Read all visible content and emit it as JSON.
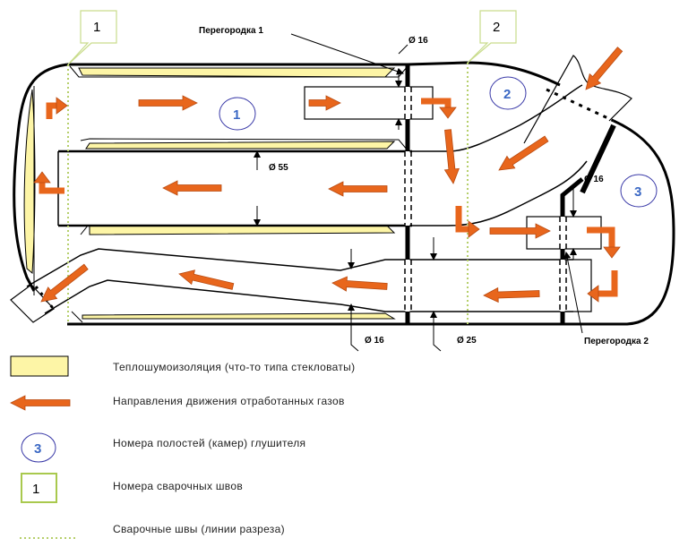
{
  "colors": {
    "arrow_fill": "#e8661c",
    "arrow_stroke": "#b84a10",
    "insulation_fill": "#fdf5a6",
    "chamber_circle": "#3a3aa8",
    "chamber_number": "#3b68c4",
    "seam_box": "#a9c94e",
    "seam_line": "#b5cf6a",
    "body_line": "#000000"
  },
  "labels": {
    "baffle_1": "Перегородка 1",
    "baffle_2": "Перегородка 2",
    "dim_top_pipe": "Ø 16",
    "dim_main_pipe": "Ø 55",
    "dim_right_pipe": "Ø 16",
    "dim_bottom_pipe": "Ø 16",
    "dim_outlet_pipe": "Ø 25"
  },
  "chambers": [
    {
      "number": "1"
    },
    {
      "number": "2"
    },
    {
      "number": "3"
    }
  ],
  "seams": [
    {
      "number": "1"
    },
    {
      "number": "2"
    }
  ],
  "legend": [
    {
      "symbol": "insulation-swatch",
      "text": "Теплошумоизоляция (что-то типа стекловаты)"
    },
    {
      "symbol": "gas-flow-arrow",
      "text": "Направления движения отработанных газов"
    },
    {
      "symbol": "chamber-number",
      "sample": "3",
      "text": "Номера полостей (камер) глушителя"
    },
    {
      "symbol": "seam-number",
      "sample": "1",
      "text": "Номера сварочных швов"
    },
    {
      "symbol": "seam-line",
      "text": "Сварочные швы (линии разреза)"
    }
  ]
}
